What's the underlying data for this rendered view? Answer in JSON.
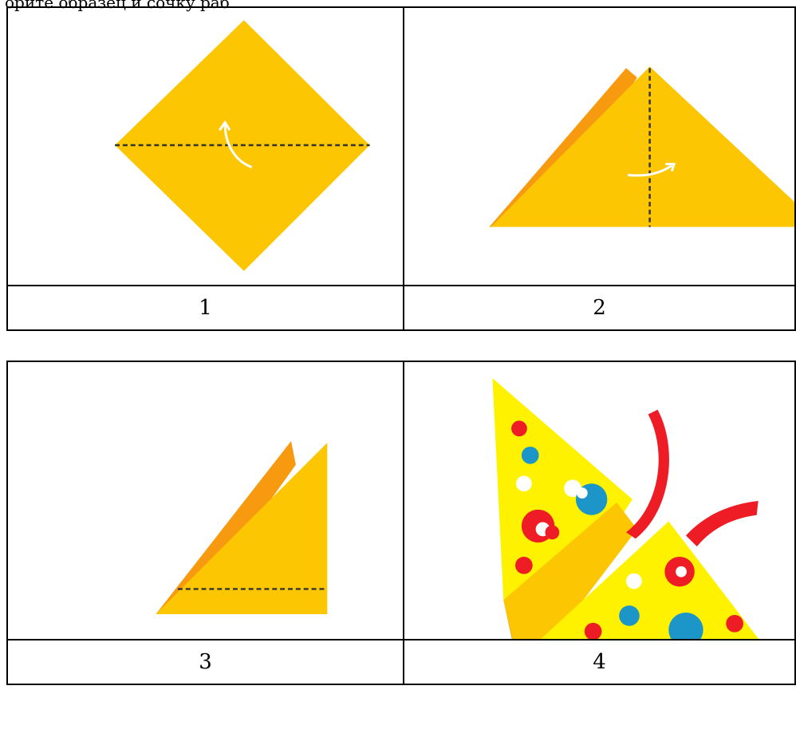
{
  "header_text": "орите образец и сочку раб",
  "steps": [
    {
      "label": "1"
    },
    {
      "label": "2"
    },
    {
      "label": "3"
    },
    {
      "label": "4"
    }
  ],
  "colors": {
    "paper": "#FDC603",
    "paper_back": "#F89A10",
    "pizza": "#FFF200",
    "sauce_red": "#EE1C24",
    "olive_blue": "#1C96C8",
    "fold_line": "#333333"
  }
}
